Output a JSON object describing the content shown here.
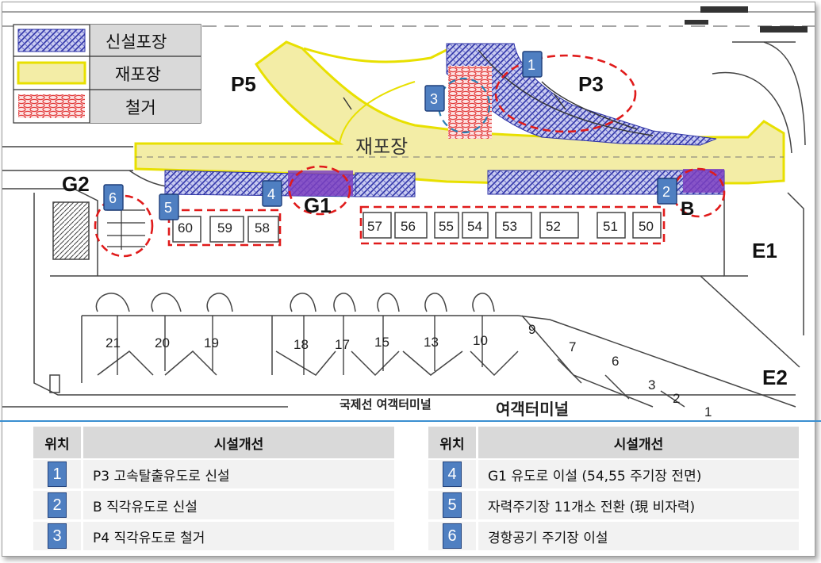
{
  "legend": {
    "items": [
      {
        "label": "신설포장"
      },
      {
        "label": "재포장"
      },
      {
        "label": "철거"
      }
    ]
  },
  "map_labels": {
    "p5": "P5",
    "p3": "P3",
    "g2": "G2",
    "g1": "G1",
    "b": "B",
    "e1": "E1",
    "e2": "E2",
    "repave": "재포장",
    "intl_terminal": "국제선 여객터미널",
    "terminal": "여객터미널"
  },
  "badges": [
    "1",
    "2",
    "3",
    "4",
    "5",
    "6"
  ],
  "stands_upper": [
    "60",
    "59",
    "58",
    "57",
    "56",
    "55",
    "54",
    "53",
    "52",
    "51",
    "50"
  ],
  "stands_lower": [
    "21",
    "20",
    "19",
    "18",
    "17",
    "15",
    "13",
    "10",
    "9",
    "7",
    "6",
    "3",
    "2",
    "1"
  ],
  "table_left": {
    "header_pos": "위치",
    "header_desc": "시설개선",
    "rows": [
      {
        "num": "1",
        "desc": "P3 고속탈출유도로 신설"
      },
      {
        "num": "2",
        "desc": "B 직각유도로 신설"
      },
      {
        "num": "3",
        "desc": "P4 직각유도로 철거"
      }
    ]
  },
  "table_right": {
    "header_pos": "위치",
    "header_desc": "시설개선",
    "rows": [
      {
        "num": "4",
        "desc": "G1 유도로 이설 (54,55 주기장 전면)"
      },
      {
        "num": "5",
        "desc": "자력주기장 11개소 전환 (現 비자력)"
      },
      {
        "num": "6",
        "desc": "경항공기 주기장 이설"
      }
    ]
  },
  "colors": {
    "new_pavement": "#3b3fae",
    "repave_fill": "#f3eda6",
    "repave_stroke": "#e8e000",
    "removal": "#e23b3b",
    "highlight_purple": "#7b3fbf",
    "badge_blue": "#4f7fc1"
  }
}
